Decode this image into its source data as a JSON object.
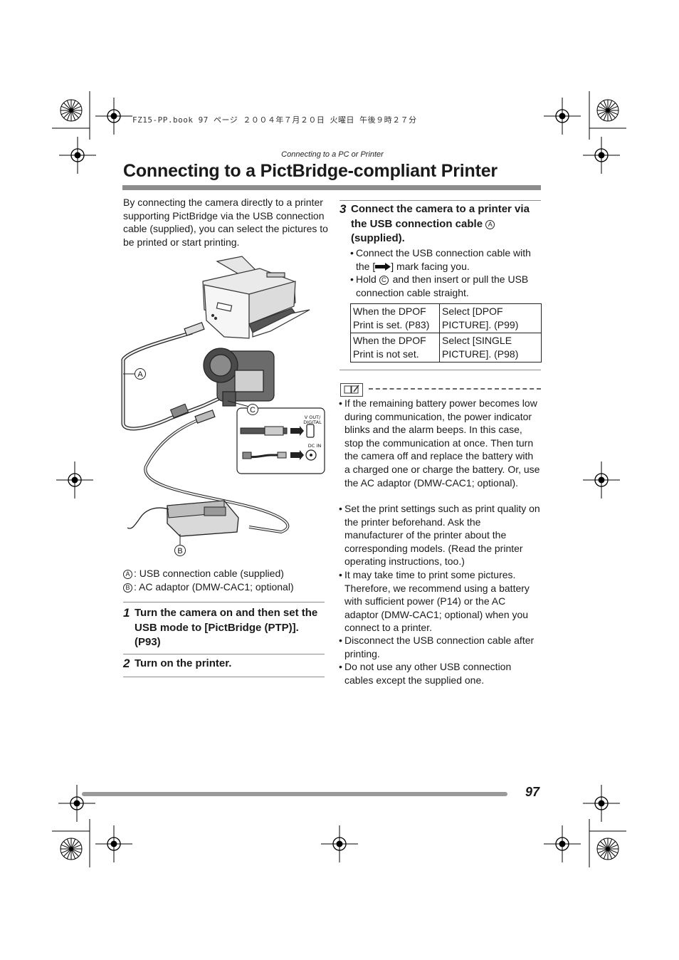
{
  "header": {
    "file_info": "FZ15-PP.book  97 ページ  ２００４年７月２０日  火曜日  午後９時２７分",
    "section": "Connecting to a PC or Printer"
  },
  "title": "Connecting to a PictBridge-compliant Printer",
  "intro": "By connecting the camera directly to a printer supporting PictBridge via the USB connection cable (supplied), you can select the pictures to be printed or start printing.",
  "figure": {
    "callout_a": "A",
    "callout_b": "B",
    "callout_c": "C",
    "port_vout": "V OUT/\nDIGITAL",
    "port_dcin": "DC IN"
  },
  "legend": [
    {
      "mark": "A",
      "text": ":  USB connection cable (supplied)"
    },
    {
      "mark": "B",
      "text": ":  AC adaptor (DMW-CAC1; optional)"
    }
  ],
  "steps": [
    {
      "num": "1",
      "text": "Turn the camera on and then set the USB mode to [PictBridge (PTP)]. (P93)"
    },
    {
      "num": "2",
      "text": "Turn on the printer."
    },
    {
      "num": "3",
      "text_a": "Connect the camera to a printer via the USB connection cable",
      "mark": "A",
      "text_b": "(supplied)."
    }
  ],
  "step3_bullets": {
    "b1_pre": "Connect the USB connection cable with the [",
    "b1_post": "] mark facing you.",
    "b2_pre": "Hold",
    "b2_mark": "C",
    "b2_post": "and then insert or pull the USB connection cable straight."
  },
  "dpof_table": [
    [
      "When the DPOF Print is set. (P83)",
      "Select [DPOF PICTURE]. (P99)"
    ],
    [
      "When the DPOF Print is not set.",
      "Select [SINGLE PICTURE]. (P98)"
    ]
  ],
  "notes": [
    "If the remaining battery power becomes low during communication, the power indicator blinks and the alarm beeps. In this case, stop the communication at once. Then turn the camera off and replace the battery with a charged one or charge the battery. Or, use the AC adaptor (DMW-CAC1; optional).",
    "Set the print settings such as print quality on the printer beforehand. Ask the manufacturer of the printer about the corresponding models. (Read the printer operating instructions, too.)",
    "It may take time to print some pictures. Therefore, we recommend using a battery with sufficient power (P14) or the AC adaptor (DMW-CAC1; optional) when you connect to a printer.",
    "Disconnect the USB connection cable after printing.",
    "Do not use any other USB connection cables except the supplied one."
  ],
  "page_number": "97"
}
